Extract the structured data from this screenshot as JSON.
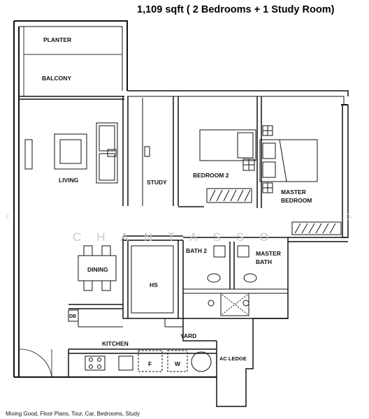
{
  "header": {
    "title": "1,109 sqft ( 2 Bedrooms + 1 Study Room)"
  },
  "rooms": {
    "planter": "PLANTER",
    "balcony": "BALCONY",
    "living": "LIVING",
    "study": "STUDY",
    "bedroom2": "BEDROOM 2",
    "master_bedroom_line1": "MASTER",
    "master_bedroom_line2": "BEDROOM",
    "bath2": "BATH 2",
    "master_bath_line1": "MASTER",
    "master_bath_line2": "BATH",
    "dining": "DINING",
    "hs": "HS",
    "db": "DB",
    "kitchen": "KITCHEN",
    "yard": "YARD",
    "ac_ledge": "AC LEDGE",
    "fridge": "F",
    "washer": "W"
  },
  "watermark": "CHANTASSO",
  "navigation": {
    "prev_icon": "chevron-left-icon",
    "next_icon": "chevron-right-icon"
  },
  "footer": {
    "text": "Mixing Good, Floor Plans, Tour, Car, Bedrooms, Study"
  }
}
